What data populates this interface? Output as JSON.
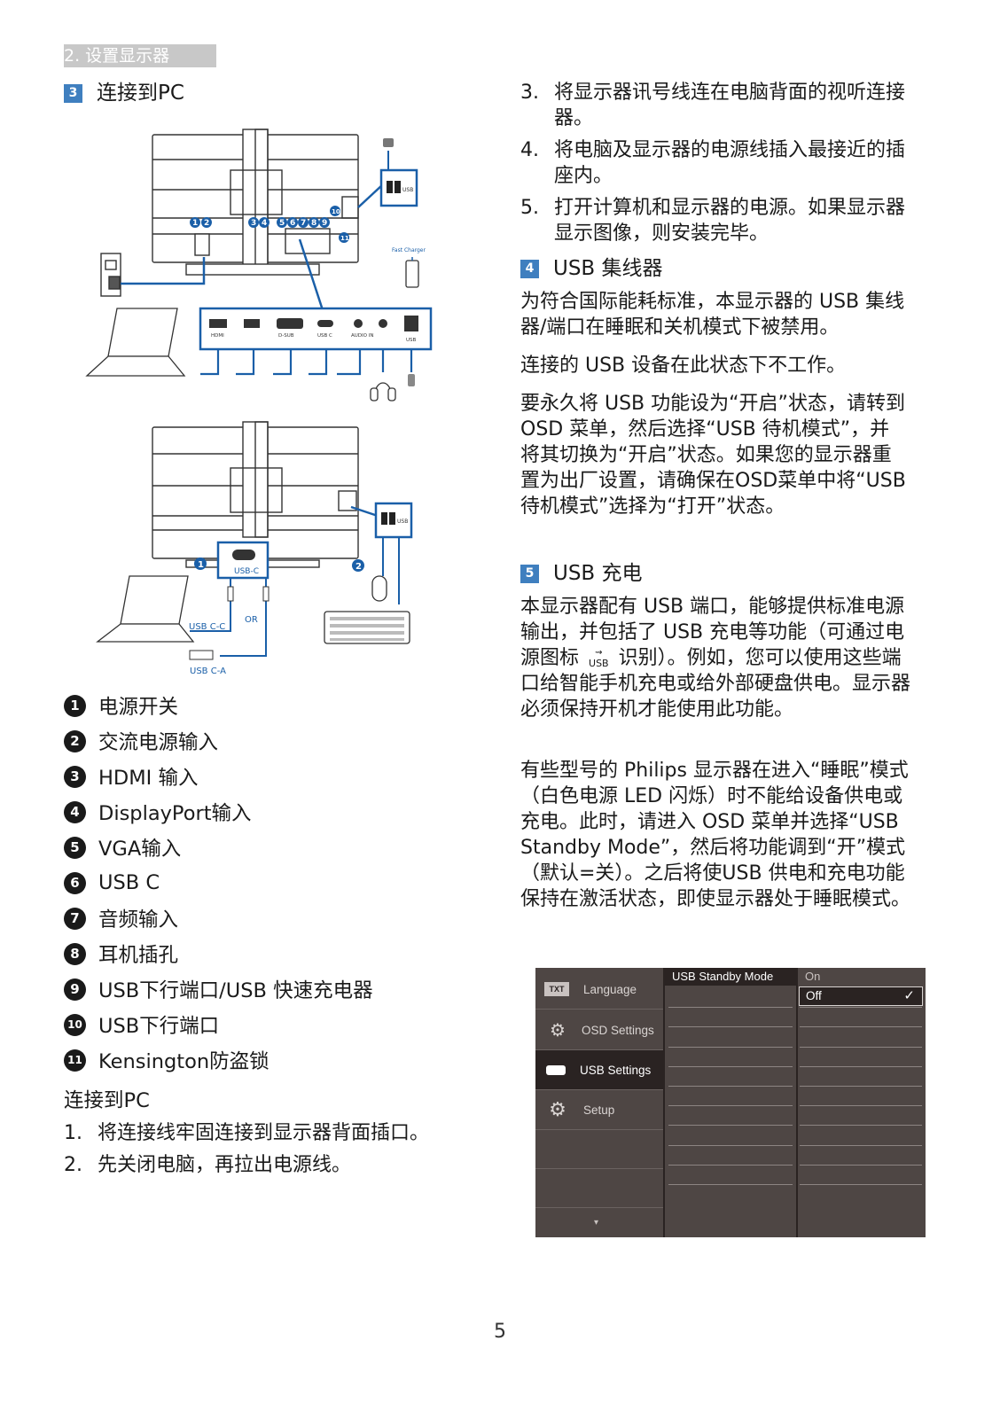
{
  "header": {
    "section_title": "2. 设置显示器"
  },
  "section3": {
    "number": "3",
    "title": "连接到PC"
  },
  "diagram1": {
    "callouts": [
      "1",
      "2",
      "3",
      "4",
      "5",
      "6",
      "7",
      "8",
      "9",
      "10",
      "11"
    ],
    "ports": [
      "HDMI",
      "D-SUB",
      "USB C",
      "AUDIO IN",
      "USB"
    ],
    "fast_charger": "Fast Charger",
    "usb_label": "USB"
  },
  "diagram2": {
    "usb_c_label": "USB-C",
    "usb_c_c": "USB C-C",
    "or": "OR",
    "usb_c_a": "USB C-A",
    "usb_label": "USB",
    "callout1": "1",
    "callout2": "2"
  },
  "legend": [
    {
      "num": "1",
      "label": "电源开关"
    },
    {
      "num": "2",
      "label": "交流电源输入"
    },
    {
      "num": "3",
      "label": "HDMI 输入"
    },
    {
      "num": "4",
      "label": "DisplayPort输入"
    },
    {
      "num": "5",
      "label": "VGA输入"
    },
    {
      "num": "6",
      "label": "USB C"
    },
    {
      "num": "7",
      "label": "音频输入"
    },
    {
      "num": "8",
      "label": "耳机插孔"
    },
    {
      "num": "9",
      "label": "USB下行端口/USB 快速充电器"
    },
    {
      "num": "10",
      "label": "USB下行端口"
    },
    {
      "num": "11",
      "label": "Kensington防盗锁"
    }
  ],
  "connect_pc": {
    "title": "连接到PC",
    "steps": [
      {
        "num": "1.",
        "text": "将连接线牢固连接到显示器背面插口。"
      },
      {
        "num": "2.",
        "text": "先关闭电脑，再拉出电源线。"
      },
      {
        "num": "3.",
        "text": "将显示器讯号线连在电脑背面的视听连接器。"
      },
      {
        "num": "4.",
        "text": "将电脑及显示器的电源线插入最接近的插座内。"
      },
      {
        "num": "5.",
        "text": "打开计算机和显示器的电源。如果显示器显示图像，则安装完毕。"
      }
    ]
  },
  "section4": {
    "number": "4",
    "title": "USB 集线器",
    "p1": "为符合国际能耗标准，本显示器的 USB 集线器/端口在睡眠和关机模式下被禁用。",
    "p2": "连接的 USB 设备在此状态下不工作。",
    "p3": "要永久将 USB 功能设为“开启”状态，请转到 OSD 菜单，然后选择“USB 待机模式”，并将其切换为“开启”状态。如果您的显示器重置为出厂设置，请确保在OSD菜单中将“USB待机模式”选择为“打开”状态。"
  },
  "section5": {
    "number": "5",
    "title": "USB 充电",
    "p1_a": "本显示器配有 USB 端口，能够提供标准电源输出，并包括了 USB 充电等功能（可通过电源图标",
    "p1_icon": "USB",
    "p1_b": "识别）。例如，您可以使用这些端口给智能手机充电或给外部硬盘供电。显示器必须保持开机才能使用此功能。",
    "p2": "有些型号的 Philips 显示器在进入“睡眠”模式（白色电源 LED 闪烁）时不能给设备供电或充电。此时，请进入 OSD 菜单并选择“USB Standby Mode”，然后将功能调到“开”模式（默认=关）。之后将使USB 供电和充电功能保持在激活状态，即使显示器处于睡眠模式。"
  },
  "osd": {
    "left_items": [
      {
        "icon": "txt-icon",
        "icon_text": "TXT",
        "label": "Language"
      },
      {
        "icon": "osd-settings-icon",
        "label": "OSD Settings"
      },
      {
        "icon": "usb-settings-icon",
        "label": "USB Settings"
      },
      {
        "icon": "setup-icon",
        "label": "Setup"
      }
    ],
    "mid_header": "USB Standby Mode",
    "options": [
      "On",
      "Off"
    ],
    "selected": "Off",
    "check": "✓",
    "arrow": "▾"
  },
  "page_number": "5"
}
